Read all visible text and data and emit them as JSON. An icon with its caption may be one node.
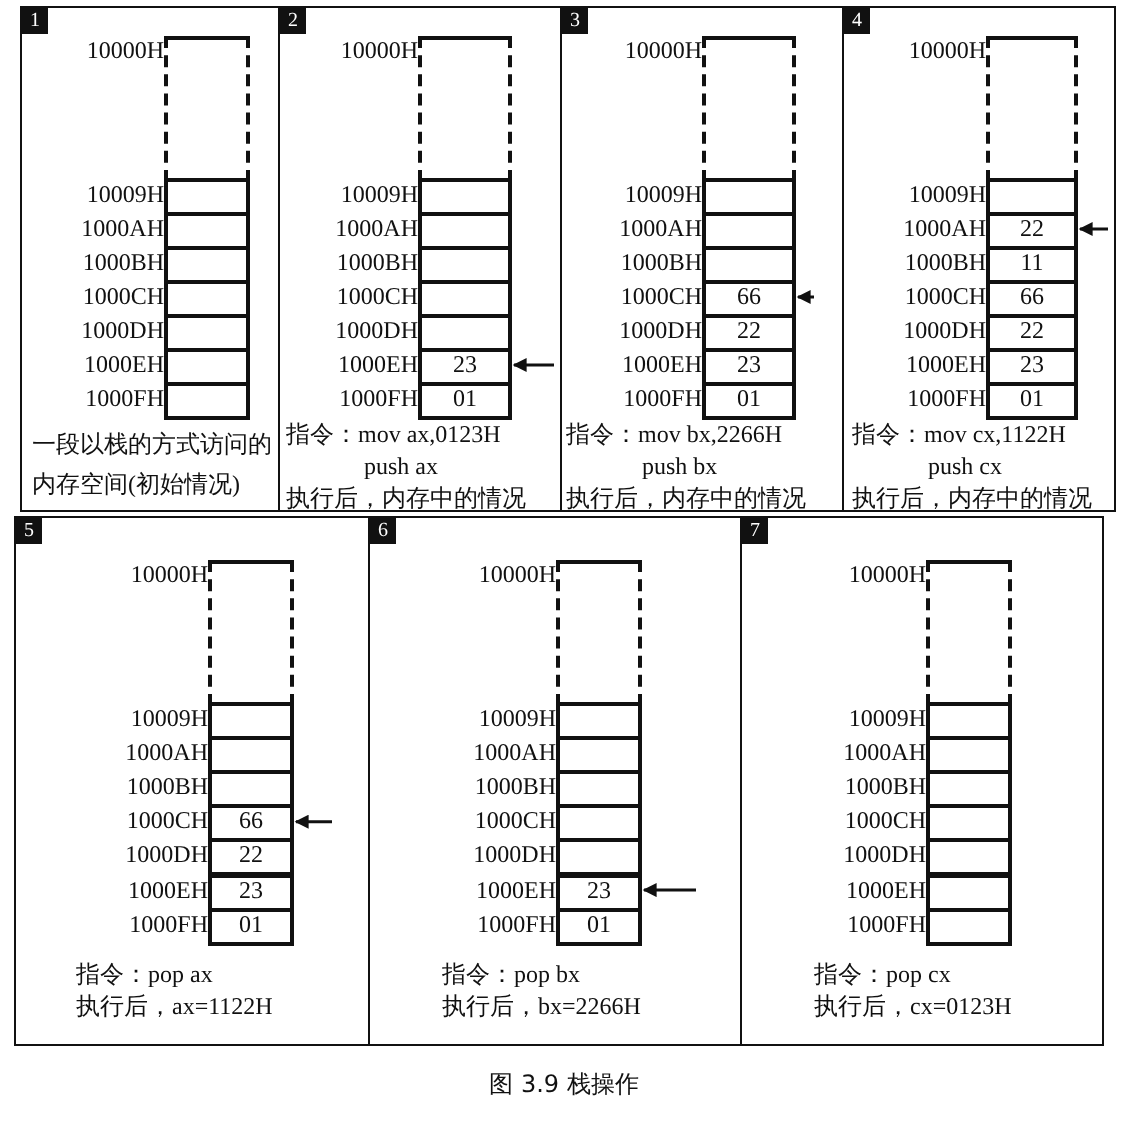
{
  "diagram": {
    "caption": "图 3.9 栈操作",
    "nodes": [
      {
        "text": [
          "1",
          "一段以栈的方式访问的内存空间(初始情况)"
        ]
      },
      {
        "text": [],
        "shape": "box",
        "in": 0,
        "beside": [
          "10000H"
        ]
      },
      {
        "text": [],
        "shape": "box",
        "in": 0,
        "beside": [
          "10009H"
        ]
      },
      {
        "text": [],
        "shape": "box",
        "in": 0,
        "beside": [
          "1000AH"
        ]
      },
      {
        "text": [],
        "shape": "box",
        "in": 0,
        "beside": [
          "1000BH"
        ]
      },
      {
        "text": [],
        "shape": "box",
        "in": 0,
        "beside": [
          "1000CH"
        ]
      },
      {
        "text": [],
        "shape": "box",
        "in": 0,
        "beside": [
          "1000DH"
        ]
      },
      {
        "text": [],
        "shape": "box",
        "in": 0,
        "beside": [
          "1000EH"
        ]
      },
      {
        "text": [],
        "shape": "box",
        "in": 0,
        "beside": [
          "1000FH"
        ]
      },
      {
        "text": [
          "2",
          "指令：mov ax,0123H",
          "push ax",
          "执行后，内存中的情况"
        ]
      },
      {
        "text": [],
        "shape": "box",
        "in": 9,
        "beside": [
          "10000H"
        ]
      },
      {
        "text": [],
        "shape": "box",
        "in": 9,
        "beside": [
          "10009H"
        ]
      },
      {
        "text": [],
        "shape": "box",
        "in": 9,
        "beside": [
          "1000AH"
        ]
      },
      {
        "text": [],
        "shape": "box",
        "in": 9,
        "beside": [
          "1000BH"
        ]
      },
      {
        "text": [],
        "shape": "box",
        "in": 9,
        "beside": [
          "1000CH"
        ]
      },
      {
        "text": [],
        "shape": "box",
        "in": 9,
        "beside": [
          "1000DH"
        ]
      },
      {
        "text": [
          "23"
        ],
        "in": 9,
        "beside": [
          "1000EH"
        ]
      },
      {
        "text": [
          "01"
        ],
        "in": 9,
        "beside": [
          "1000FH"
        ]
      },
      {
        "text": [
          "3",
          "指令：mov bx,2266H",
          "push bx",
          "执行后，内存中的情况"
        ]
      },
      {
        "text": [],
        "shape": "box",
        "in": 18,
        "beside": [
          "10000H"
        ]
      },
      {
        "text": [],
        "shape": "box",
        "in": 18,
        "beside": [
          "10009H"
        ]
      },
      {
        "text": [],
        "shape": "box",
        "in": 18,
        "beside": [
          "1000AH"
        ]
      },
      {
        "text": [],
        "shape": "box",
        "in": 18,
        "beside": [
          "1000BH"
        ]
      },
      {
        "text": [
          "66"
        ],
        "in": 18,
        "beside": [
          "1000CH"
        ]
      },
      {
        "text": [
          "22"
        ],
        "in": 18,
        "beside": [
          "1000DH"
        ]
      },
      {
        "text": [
          "23"
        ],
        "in": 18,
        "beside": [
          "1000EH"
        ]
      },
      {
        "text": [
          "01"
        ],
        "in": 18,
        "beside": [
          "1000FH"
        ]
      },
      {
        "text": [
          "4",
          "指令：mov cx,1122H",
          "push cx",
          "执行后，内存中的情况"
        ]
      },
      {
        "text": [],
        "shape": "box",
        "in": 27,
        "beside": [
          "10000H"
        ]
      },
      {
        "text": [],
        "shape": "box",
        "in": 27,
        "beside": [
          "10009H"
        ]
      },
      {
        "text": [
          "22"
        ],
        "in": 27,
        "beside": [
          "1000AH"
        ]
      },
      {
        "text": [
          "11"
        ],
        "in": 27,
        "beside": [
          "1000BH"
        ]
      },
      {
        "text": [
          "66"
        ],
        "in": 27,
        "beside": [
          "1000CH"
        ]
      },
      {
        "text": [
          "22"
        ],
        "in": 27,
        "beside": [
          "1000DH"
        ]
      },
      {
        "text": [
          "23"
        ],
        "in": 27,
        "beside": [
          "1000EH"
        ]
      },
      {
        "text": [
          "01"
        ],
        "in": 27,
        "beside": [
          "1000FH"
        ]
      },
      {
        "text": [
          "5",
          "指令：pop ax",
          "执行后，ax=1122H"
        ]
      },
      {
        "text": [],
        "shape": "box",
        "in": 36,
        "beside": [
          "10000H"
        ]
      },
      {
        "text": [],
        "shape": "box",
        "in": 36,
        "beside": [
          "10009H"
        ]
      },
      {
        "text": [],
        "shape": "box",
        "in": 36,
        "beside": [
          "1000AH"
        ]
      },
      {
        "text": [],
        "shape": "box",
        "in": 36,
        "beside": [
          "1000BH"
        ]
      },
      {
        "text": [
          "66"
        ],
        "in": 36,
        "beside": [
          "1000CH"
        ]
      },
      {
        "text": [
          "22"
        ],
        "in": 36,
        "beside": [
          "1000DH"
        ]
      },
      {
        "text": [
          "23"
        ],
        "in": 36,
        "beside": [
          "1000EH"
        ]
      },
      {
        "text": [
          "01"
        ],
        "in": 36,
        "beside": [
          "1000FH"
        ]
      },
      {
        "text": [
          "6",
          "指令：pop bx",
          "执行后，bx=2266H"
        ]
      },
      {
        "text": [],
        "shape": "box",
        "in": 45,
        "beside": [
          "10000H"
        ]
      },
      {
        "text": [],
        "shape": "box",
        "in": 45,
        "beside": [
          "10009H"
        ]
      },
      {
        "text": [],
        "shape": "box",
        "in": 45,
        "beside": [
          "1000AH"
        ]
      },
      {
        "text": [],
        "shape": "box",
        "in": 45,
        "beside": [
          "1000BH"
        ]
      },
      {
        "text": [],
        "shape": "box",
        "in": 45,
        "beside": [
          "1000CH"
        ]
      },
      {
        "text": [],
        "shape": "box",
        "in": 45,
        "beside": [
          "1000DH"
        ]
      },
      {
        "text": [
          "23"
        ],
        "in": 45,
        "beside": [
          "1000EH"
        ]
      },
      {
        "text": [
          "01"
        ],
        "in": 45,
        "beside": [
          "1000FH"
        ]
      },
      {
        "text": [
          "7",
          "指令：pop cx",
          "执行后，cx=0123H"
        ]
      },
      {
        "text": [],
        "shape": "box",
        "in": 54,
        "beside": [
          "10000H"
        ]
      },
      {
        "text": [],
        "shape": "box",
        "in": 54,
        "beside": [
          "10009H"
        ]
      },
      {
        "text": [],
        "shape": "box",
        "in": 54,
        "beside": [
          "1000AH"
        ]
      },
      {
        "text": [],
        "shape": "box",
        "in": 54,
        "beside": [
          "1000BH"
        ]
      },
      {
        "text": [],
        "shape": "box",
        "in": 54,
        "beside": [
          "1000CH"
        ]
      },
      {
        "text": [],
        "shape": "box",
        "in": 54,
        "beside": [
          "1000DH"
        ]
      },
      {
        "text": [],
        "shape": "box",
        "in": 54,
        "beside": [
          "1000EH"
        ]
      },
      {
        "text": [],
        "shape": "box",
        "in": 54,
        "beside": [
          "1000FH"
        ]
      }
    ],
    "edges": [
      {
        "from": null,
        "to": 16,
        "arrow": "to"
      },
      {
        "from": null,
        "to": 23,
        "arrow": "to"
      },
      {
        "from": null,
        "to": 30,
        "arrow": "to"
      },
      {
        "from": null,
        "to": 41,
        "arrow": "to"
      },
      {
        "from": null,
        "to": 52,
        "arrow": "to"
      }
    ]
  }
}
